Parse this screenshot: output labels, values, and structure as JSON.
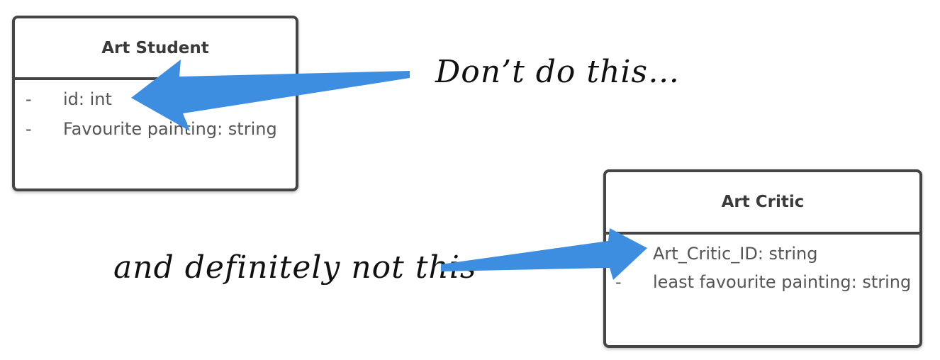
{
  "classes": {
    "art_student": {
      "title": "Art Student",
      "attributes": [
        {
          "visibility": "-",
          "text": "id: int"
        },
        {
          "visibility": "-",
          "text": "Favourite painting: string"
        }
      ]
    },
    "art_critic": {
      "title": "Art Critic",
      "attributes": [
        {
          "visibility": "-",
          "text": "Art_Critic_ID: string"
        },
        {
          "visibility": "-",
          "text": "least favourite painting: string"
        }
      ]
    }
  },
  "annotations": {
    "dont": "Don’t do this…",
    "definitely_not": "and definitely not this"
  },
  "colors": {
    "arrow": "#3d8de0",
    "box_border": "#454545"
  }
}
